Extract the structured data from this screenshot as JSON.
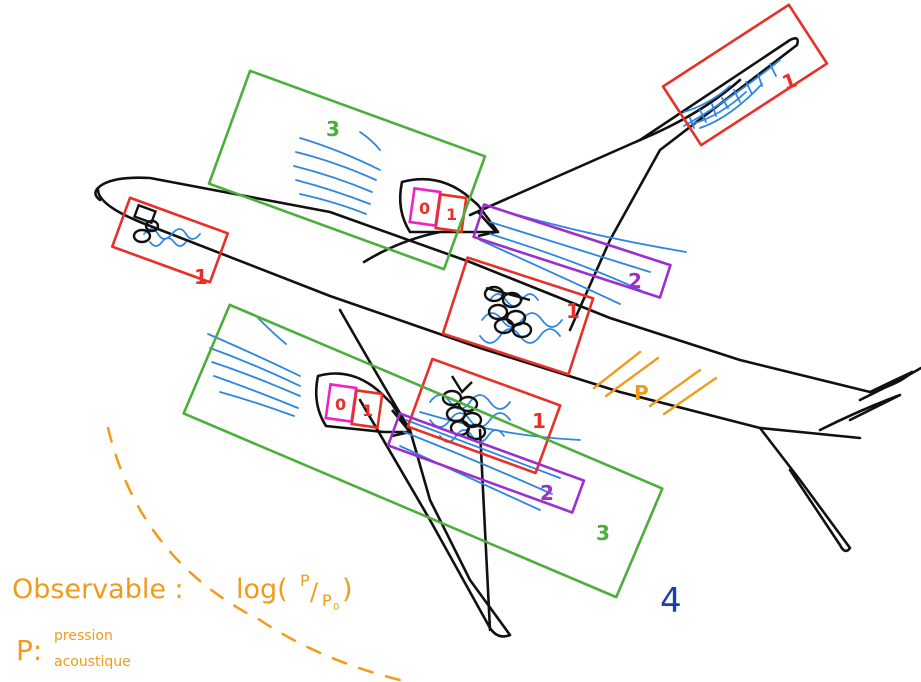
{
  "colors": {
    "outline": "#111111",
    "red": "#e8302a",
    "green": "#4caf3a",
    "purple": "#9b2fd0",
    "magenta": "#f021c8",
    "blue": "#2f86e0",
    "orange": "#f29a1a",
    "dark_blue": "#1a3fb0"
  },
  "zones": {
    "wingtip_right": "1",
    "nose": "1",
    "upper_gear": "1",
    "lower_gear": "1",
    "jet_upper": "2",
    "jet_lower": "2",
    "wake_upper": "3",
    "wake_lower": "3",
    "fan_upper": "0",
    "core_upper": "1",
    "fan_lower": "0",
    "core_lower": "1",
    "pressure_symbol": "P",
    "far_field": "4"
  },
  "annotation": {
    "observable_label": "Observable :",
    "observable_formula": "log(",
    "formula_p": "P",
    "formula_slash": "/",
    "formula_p0": "P",
    "formula_p0_sub": "0",
    "formula_close": ")",
    "p_prefix": "P:",
    "p_def_line1": "pression",
    "p_def_line2": "acoustique"
  }
}
